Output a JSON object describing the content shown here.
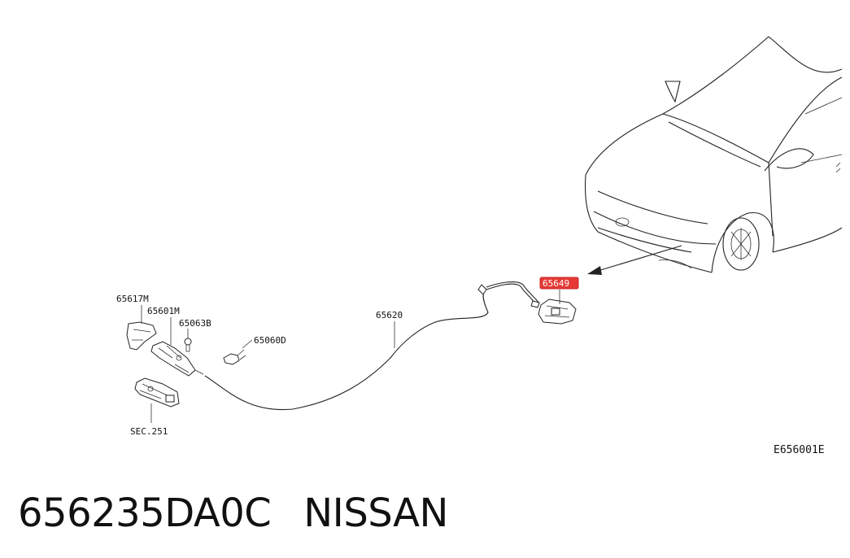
{
  "diagram": {
    "callouts": {
      "c65617m": "65617M",
      "c65601m": "65601M",
      "c65063b": "65063B",
      "c65060d": "65060D",
      "c65620": "65620",
      "c65649": "65649",
      "sec251": "SEC.251"
    },
    "figure_id": "E656001E",
    "highlight_color": "#e53935"
  },
  "caption": {
    "part_number": "656235DA0C",
    "brand": "NISSAN"
  }
}
